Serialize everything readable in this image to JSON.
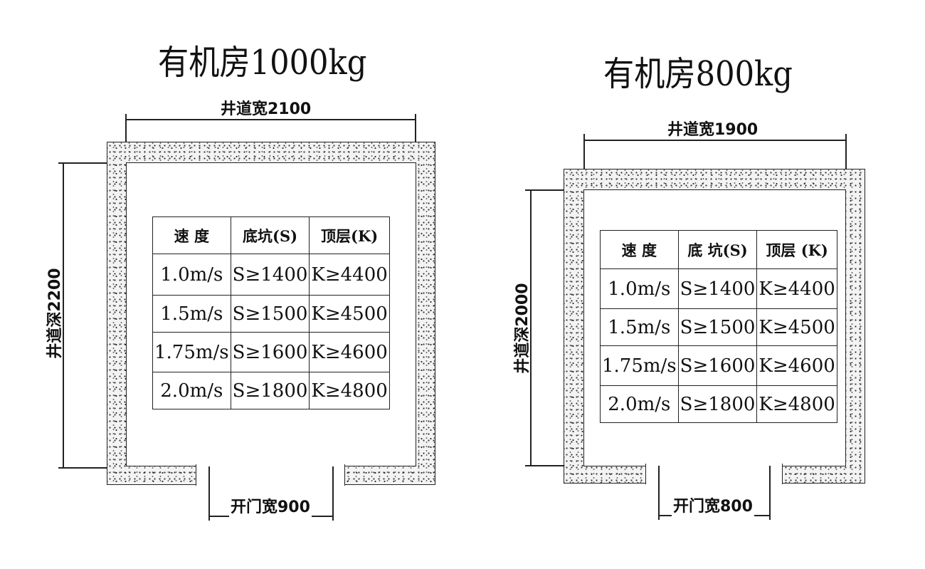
{
  "diagrams": [
    {
      "title": "有机房1000kg",
      "shaft_width_label": "井道宽2100",
      "shaft_depth_label": "井道深2200",
      "door_width_label": "开门宽900",
      "table": {
        "headers": [
          "速 度",
          "底坑(S)",
          "顶层(K)"
        ],
        "rows": [
          [
            "1.0m/s",
            "S≥1400",
            "K≥4400"
          ],
          [
            "1.5m/s",
            "S≥1500",
            "K≥4500"
          ],
          [
            "1.75m/s",
            "S≥1600",
            "K≥4600"
          ],
          [
            "2.0m/s",
            "S≥1800",
            "K≥4800"
          ]
        ]
      }
    },
    {
      "title": "有机房800kg",
      "shaft_width_label": "井道宽1900",
      "shaft_depth_label": "井道深2000",
      "door_width_label": "开门宽800",
      "table": {
        "headers": [
          "速 度",
          "底 坑(S)",
          "顶层 (K)"
        ],
        "rows": [
          [
            "1.0m/s",
            "S≥1400",
            "K≥4400"
          ],
          [
            "1.5m/s",
            "S≥1500",
            "K≥4500"
          ],
          [
            "1.75m/s",
            "S≥1600",
            "K≥4600"
          ],
          [
            "2.0m/s",
            "S≥1800",
            "K≥4800"
          ]
        ]
      }
    }
  ]
}
